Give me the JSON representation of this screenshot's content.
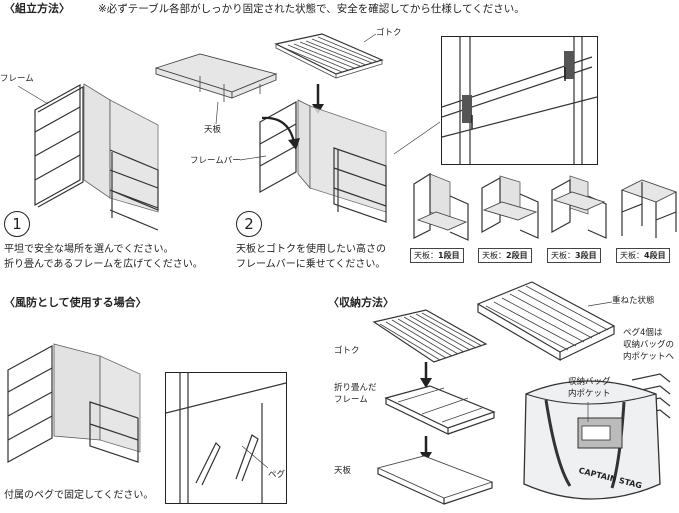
{
  "header": {
    "assembly_title": "〈組立方法〉",
    "note": "※必ずテーブル各部がしっかり固定された状態で、安全を確認してから仕様してください。"
  },
  "assembly": {
    "labels": {
      "frame": "フレーム",
      "tabletop": "天板",
      "grill": "ゴトク",
      "frame_bar": "フレームバー"
    },
    "step1": {
      "num": "1",
      "line1": "平坦で安全な場所を選んでください。",
      "line2": "折り畳んであるフレームを広げてください。"
    },
    "step2": {
      "num": "2",
      "line1": "天板とゴトクを使用したい高さの",
      "line2": "フレームバーに乗せてください。"
    },
    "levels": [
      {
        "prefix": "天板：",
        "value": "1段目"
      },
      {
        "prefix": "天板：",
        "value": "2段目"
      },
      {
        "prefix": "天板：",
        "value": "3段目"
      },
      {
        "prefix": "天板：",
        "value": "4段目"
      }
    ]
  },
  "windscreen": {
    "title": "〈風防として使用する場合〉",
    "peg_label": "ペグ",
    "caption": "付属のペグで固定してください。"
  },
  "storage": {
    "title": "〈収納方法〉",
    "grill": "ゴトク",
    "folded_frame_1": "折り畳んだ",
    "folded_frame_2": "フレーム",
    "tabletop": "天板",
    "stacked": "重ねた状態",
    "peg_note_1": "ペグ4個は",
    "peg_note_2": "収納バッグの",
    "peg_note_3": "内ポケットへ",
    "bag_pocket_1": "収納バッグ",
    "bag_pocket_2": "内ポケット",
    "bag_brand": "CAPTAIN STAG"
  }
}
